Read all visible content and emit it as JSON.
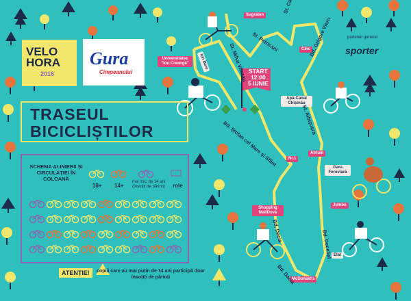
{
  "title": {
    "line1": "TRASEUL",
    "line2": "BICICLIȘTILOR"
  },
  "logos": {
    "velohora": {
      "line1": "VELO",
      "line2": "HORA",
      "year": "2016"
    },
    "gura": {
      "name": "Gura",
      "subtitle": "Cîmpeanului"
    }
  },
  "partner": {
    "label": "partener general",
    "name": "sporter"
  },
  "start": {
    "line1": "START",
    "line2": "12:00",
    "line3": "5 IUNIE"
  },
  "tags": {
    "sugraten": "Sugraten",
    "universitatea": "Universitatea \"Ion Creangă\"",
    "ion_bere": "Ion Bere",
    "cinc": "Cinc",
    "apa_canal": "Apă-Canal Chișinău",
    "nr1": "Nr.1",
    "atrium": "Atrium",
    "gara_feroviara": "Gara Feroviară",
    "jumbo": "Jumbo",
    "shopping": "Shopping MallDova",
    "elat": "Elat",
    "mcdonalds": "McDonald's"
  },
  "streets": {
    "mihai": "St. Mihai Vitezau",
    "petricani": "St. Petricani",
    "calea": "St. Calea Orheiului",
    "grigore": "Bd. Grigore Vieru",
    "albisoara": "St. Albișoara",
    "stefan": "Bd. Ștefan cel Mare și Sfânt",
    "dacia1": "Bd. Dacia",
    "dacia2": "Bd. Dacia",
    "decebal": "Bd. Decebal"
  },
  "schema": {
    "title": "SCHEMA ALINIERII ȘI CIRCULAȚIEI ÎN COLOANĂ",
    "col1": "18+",
    "col2": "14+",
    "col3": "mai mici de 14 ani (însoțiți de părinți)",
    "col4": "role"
  },
  "notice": {
    "label": "ATENȚIE!",
    "text": "copiii care au mai puțin de 14 ani participă doar însoțiți de părinți"
  },
  "colors": {
    "bg": "#2fbfbd",
    "route": "#f3e76b",
    "navy": "#1d2a4a",
    "pink": "#e0447a",
    "purple": "#8b64b0"
  }
}
